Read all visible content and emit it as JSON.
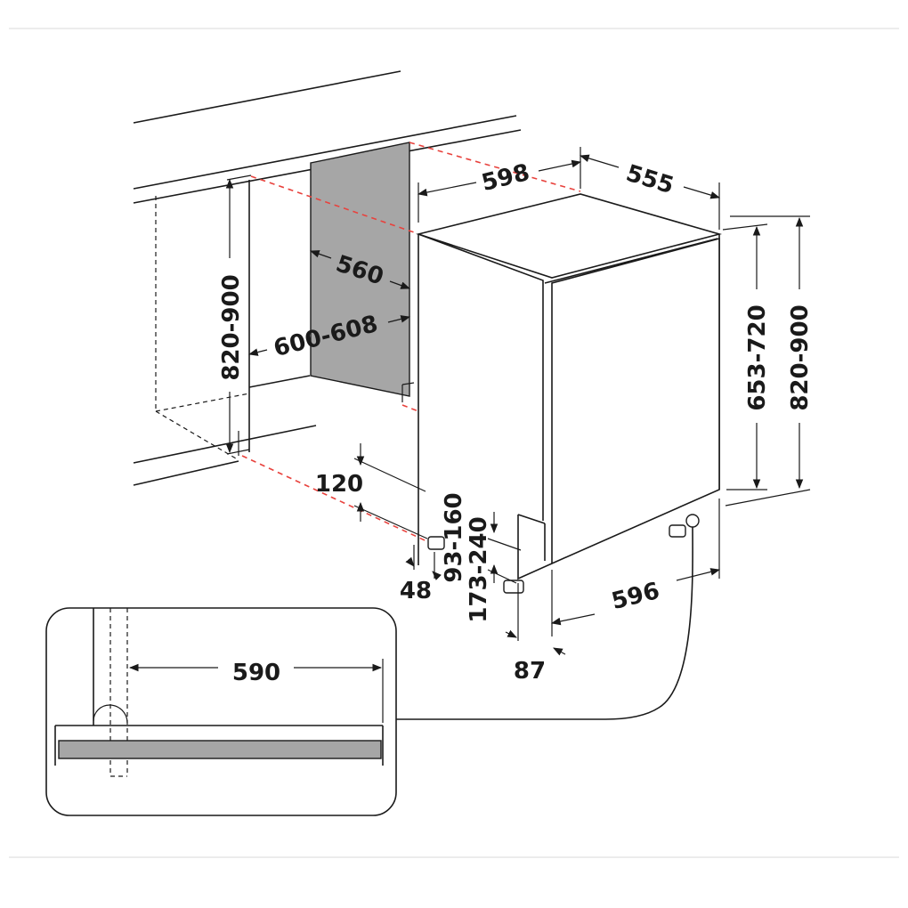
{
  "dimensions": {
    "appliance_width": "598",
    "appliance_depth": "555",
    "niche_depth": "560",
    "niche_width": "600-608",
    "niche_height": "820-900",
    "height_right": "820-900",
    "door_height": "653-720",
    "plinth_gap": "120",
    "foot_offset": "48",
    "plinth_height_a": "93-160",
    "plinth_height_b": "173-240",
    "base_width": "596",
    "door_offset": "87",
    "detail_width": "590"
  },
  "colors": {
    "line": "#1a1a1a",
    "guide": "#e8423d",
    "panel": "#a6a6a6"
  }
}
